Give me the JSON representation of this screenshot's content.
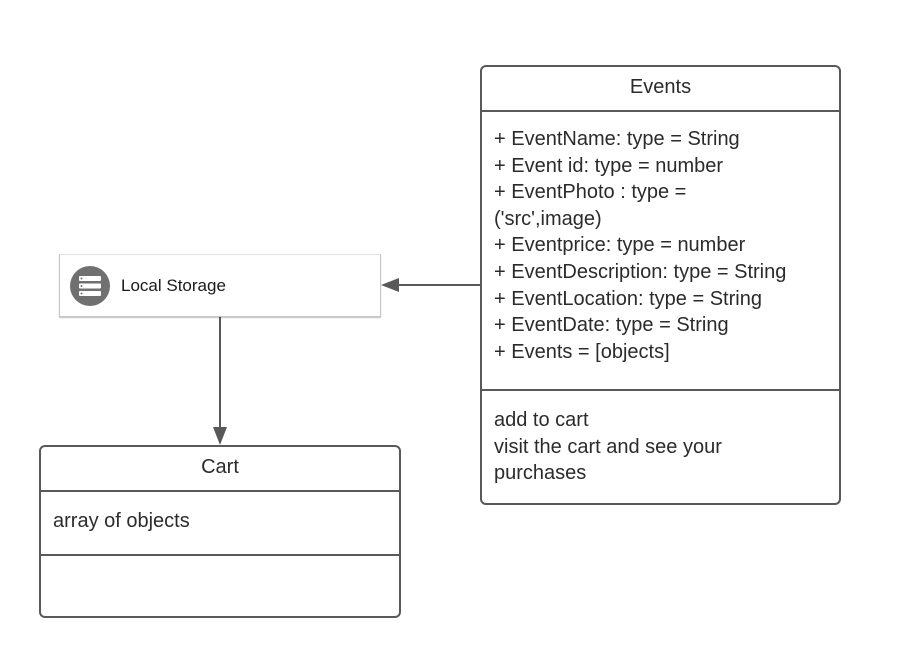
{
  "colors": {
    "stroke": "#595959",
    "text": "#2b2b2b",
    "icon": "#707070"
  },
  "events": {
    "title": "Events",
    "attributes": [
      "+ EventName: type = String",
      "+ Event id: type = number",
      "+ EventPhoto : type =",
      "('src',image)",
      "+ Eventprice: type = number",
      "+ EventDescription: type = String",
      "+ EventLocation: type = String",
      "+ EventDate: type = String",
      "+ Events = [objects]"
    ],
    "operations": [
      "add to cart",
      "visit the cart and see your",
      "purchases"
    ]
  },
  "storage": {
    "label": "Local Storage",
    "icon": "database-icon"
  },
  "cart": {
    "title": "Cart",
    "attributes": [
      "array of objects"
    ],
    "operations": []
  }
}
